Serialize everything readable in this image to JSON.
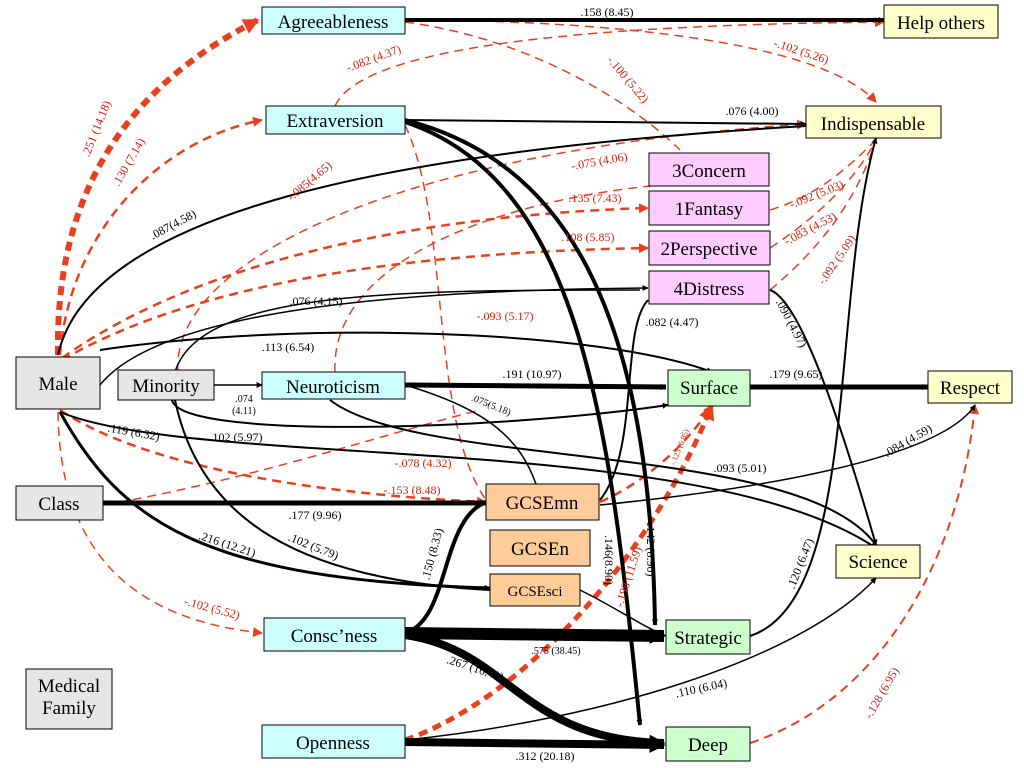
{
  "colors": {
    "cyan": "#ccffff",
    "pink": "#ffccff",
    "yellow": "#ffffcc",
    "green": "#ccffcc",
    "orange": "#ffcc99",
    "grey": "#e6e6e6",
    "red_path": "#e8401c",
    "black_path": "#000000"
  },
  "nodes": {
    "agreeableness": "Agreeableness",
    "extraversion": "Extraversion",
    "neuroticism": "Neuroticism",
    "conscientiousness": "Consc’ness",
    "openness": "Openness",
    "male": "Male",
    "minority": "Minority",
    "class": "Class",
    "medical_family": "Medical Family",
    "help_others": "Help others",
    "indispensable": "Indispensable",
    "respect": "Respect",
    "science": "Science",
    "concern3": "3Concern",
    "fantasy1": "1Fantasy",
    "perspective2": "2Perspective",
    "distress4": "4Distress",
    "surface": "Surface",
    "strategic": "Strategic",
    "deep": "Deep",
    "gcsemn": "GCSEmn",
    "gcseen": "GCSEn",
    "gcsesci": "GCSEsci"
  },
  "paths": {
    "agree_help": ".158 (8.45)",
    "agree_indisp": "-.102 (5.26)",
    "agree_concern": "-.100 (5.22)",
    "extra_help": "-.082 (4.37)",
    "extra_indisp": ".076 (4.00)",
    "extra_male": ".130 (7.14)",
    "male_agree": ".251 (14.18)",
    "male_indisp": ".087(4.58)",
    "male_fantasy": ".135 (7.43)",
    "male_persp": ".108 (5.85)",
    "male_distress": ".076 (4.15)",
    "male_surface": ".113 (6.54)",
    "male_strategic": ".119 (6.32)",
    "male_gcsesci": ".216 (12.21)",
    "male_consc": "-.102 (5.52)",
    "male_gcsemn": "-.078 (4.32)",
    "class_gcsemn": "-.153 (8.48)",
    "class_gcsemn2": ".177 (9.96)",
    "minority_neuro": ".074 (4.11)",
    "minority_science": ".102 (5.97)",
    "minority_gcsesci": ".102 (5.79)",
    "neuro_surface": ".191 (10.97)",
    "neuro_gcse": ".075(5.18)",
    "neuro_indisp": "-.085(4.65)",
    "neuro_perspective": "-.075 (4.06)",
    "neuro_gcsemn": "-.093 (5.17)",
    "fantasy_indisp": "-.092 (5.03)",
    "persp_indisp": "-.083 (4.53)",
    "distress_indisp": "-.092 (5.09)",
    "distress_science": ".090 (4.97)",
    "gcsemn_distress": ".082 (4.47)",
    "gcsemn_surface": "-.123 (6.95)",
    "gcsemn_respect": ".084 (4.59)",
    "surface_respect": ".179 (9.65)",
    "science_surface": ".093 (5.01)",
    "strategic_indisp": ".120 (6.47)",
    "consc_gcsemn": ".150 (8.33)",
    "consc_strategic": ".575 (38.45)",
    "consc_deep": ".267 (16.41)",
    "extra_strategic": ".142 (8.90)",
    "extra_deep": ".146(8.90)",
    "open_surface": "-.198 (11.59)",
    "open_science": ".110 (6.04)",
    "open_deep": ".312 (20.18)",
    "deep_respect": "-.128 (6.95)"
  }
}
